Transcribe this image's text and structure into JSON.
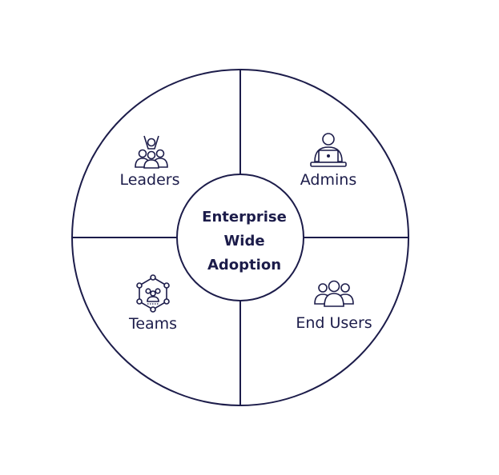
{
  "center": {
    "line1": "Enterprise",
    "line2": "Wide",
    "line3": "Adoption"
  },
  "segments": {
    "leaders": {
      "label": "Leaders",
      "icon": "leaders-icon"
    },
    "admins": {
      "label": "Admins",
      "icon": "admin-laptop-icon"
    },
    "teams": {
      "label": "Teams",
      "icon": "team-network-icon"
    },
    "end_users": {
      "label": "End Users",
      "icon": "end-users-icon"
    }
  },
  "colors": {
    "primary": "#1c1c4a",
    "background": "#ffffff"
  }
}
